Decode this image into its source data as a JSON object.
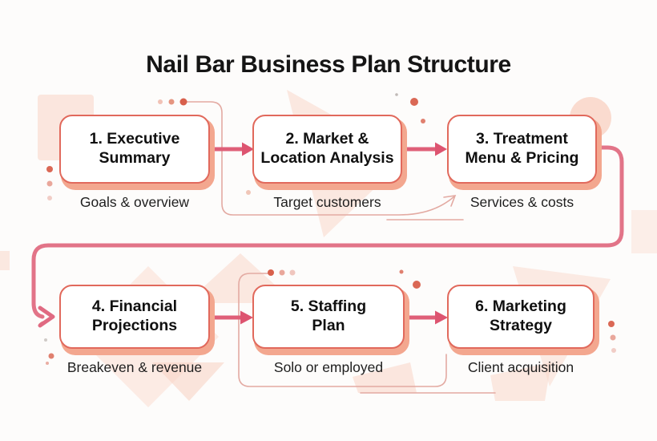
{
  "title": "Nail Bar Business Plan Structure",
  "steps": [
    {
      "title": "1. Executive\nSummary",
      "subtitle": "Goals & overview"
    },
    {
      "title": "2. Market &\nLocation Analysis",
      "subtitle": "Target customers"
    },
    {
      "title": "3. Treatment\nMenu & Pricing",
      "subtitle": "Services & costs"
    },
    {
      "title": "4. Financial\nProjections",
      "subtitle": "Breakeven & revenue"
    },
    {
      "title": "5. Staffing\nPlan",
      "subtitle": "Solo or employed"
    },
    {
      "title": "6. Marketing\nStrategy",
      "subtitle": "Client acquisition"
    }
  ],
  "colors": {
    "box_border": "#e1695c",
    "box_shadow": "#f3a78f",
    "arrow": "#df5f78",
    "connector": "#e27488",
    "deco_shape": "#f9d4c6",
    "deco_line": "#e3aaa2",
    "dot": "#d8604c",
    "title_text": "#151515"
  }
}
